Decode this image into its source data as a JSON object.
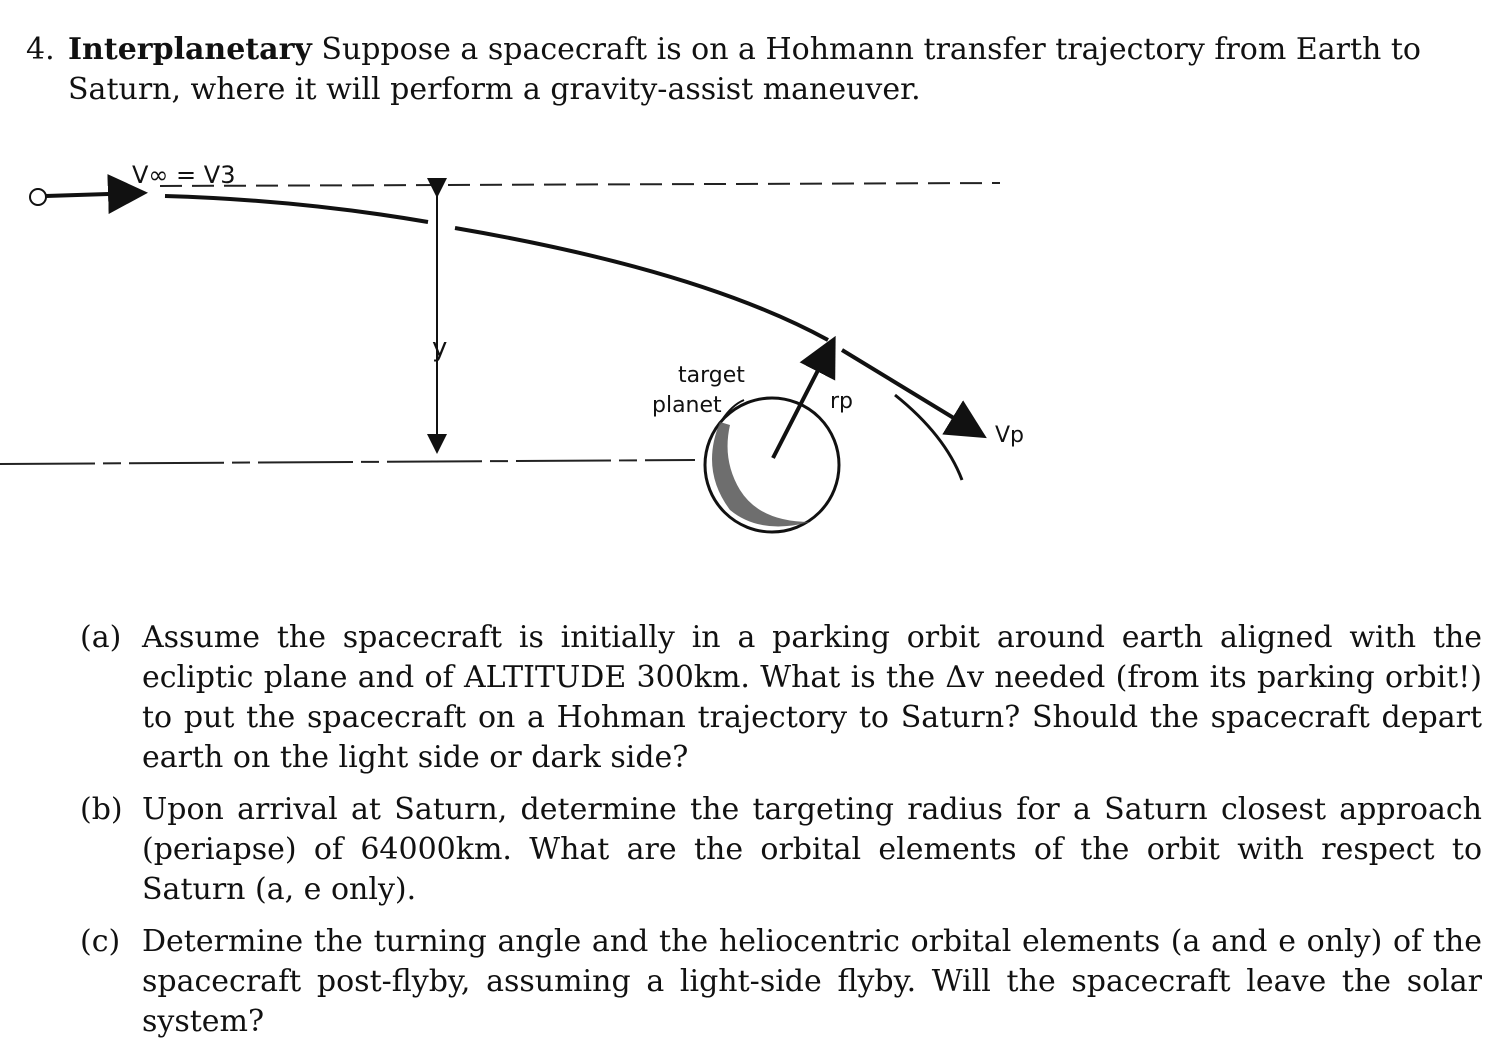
{
  "problem": {
    "number": "4.",
    "title": "Interplanetary",
    "intro": "Suppose a spacecraft is on a Hohmann transfer trajectory from Earth to Saturn, where it will perform a gravity-assist maneuver."
  },
  "figure": {
    "label_vinf": "V∞ = V3",
    "label_y": "y",
    "label_target": "target",
    "label_planet": "planet",
    "label_rp": "rp",
    "label_vp": "Vp"
  },
  "parts": [
    {
      "label": "(a)",
      "text": "Assume the spacecraft is initially in a parking orbit around earth aligned with the ecliptic plane and of ALTITUDE 300km. What is the Δv needed (from its parking orbit!) to put the spacecraft on a Hohman trajectory to Saturn? Should the spacecraft depart earth on the light side or dark side?"
    },
    {
      "label": "(b)",
      "text": "Upon arrival at Saturn, determine the targeting radius for a Saturn closest approach (periapse) of 64000km. What are the orbital elements of the orbit with respect to Saturn (a, e only)."
    },
    {
      "label": "(c)",
      "text": "Determine the turning angle and the heliocentric orbital elements (a and e only) of the spacecraft post-flyby, assuming a light-side flyby. Will the spacecraft leave the solar system?"
    }
  ]
}
